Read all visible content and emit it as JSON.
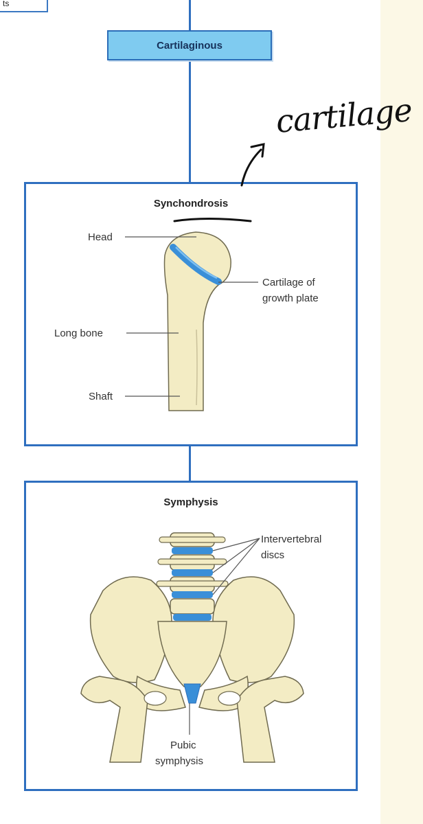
{
  "top_box": {
    "label": "ts"
  },
  "header": {
    "label": "Cartilaginous"
  },
  "annotation": {
    "text": "cartilage"
  },
  "synchondrosis": {
    "title": "Synchondrosis",
    "labels": {
      "head": "Head",
      "growth_plate_line1": "Cartilage of",
      "growth_plate_line2": "growth plate",
      "long_bone": "Long bone",
      "shaft": "Shaft"
    }
  },
  "symphysis": {
    "title": "Symphysis",
    "labels": {
      "discs_line1": "Intervertebral",
      "discs_line2": "discs",
      "pubic_line1": "Pubic",
      "pubic_line2": "symphysis"
    }
  },
  "colors": {
    "accent": "#2f6fbf",
    "header_fill": "#7fcbf0",
    "bone": "#f3ecc4",
    "cartilage": "#3a8fd8",
    "background_strip": "#fcf8e6"
  }
}
